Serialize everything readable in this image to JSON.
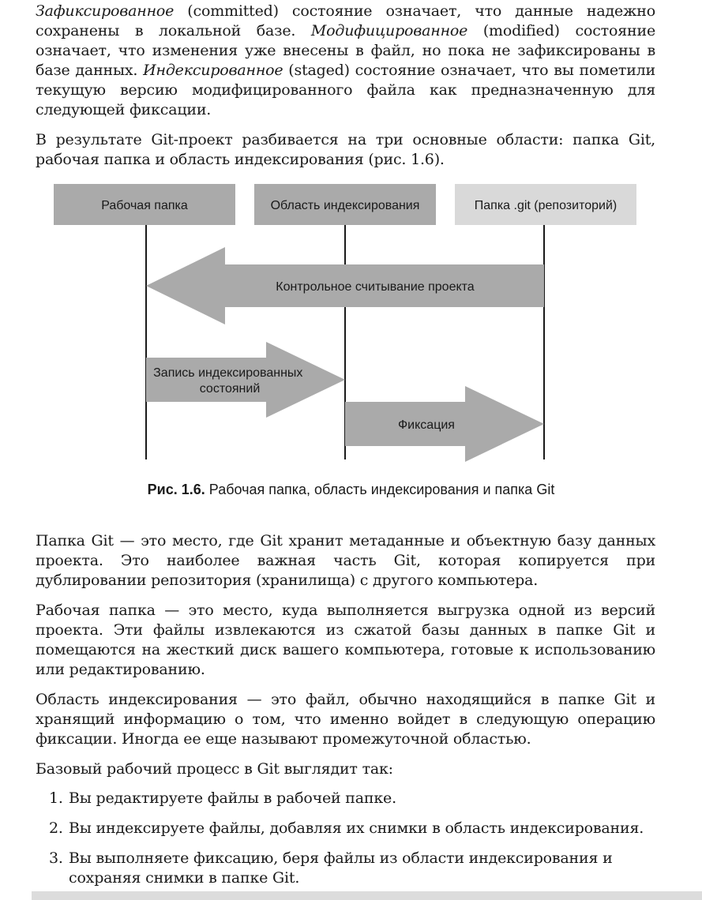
{
  "intro": {
    "p1": [
      {
        "t": "Зафиксированное",
        "i": true
      },
      {
        "t": " (committed) состояние означает, что данные надежно сохранены в локальной базе. ",
        "i": false
      },
      {
        "t": "Модифицированное",
        "i": true
      },
      {
        "t": " (modified) состояние означает, что изменения уже внесены в файл, но пока не зафиксированы в базе данных. ",
        "i": false
      },
      {
        "t": "Индексированное",
        "i": true
      },
      {
        "t": " (staged) состояние означает, что вы пометили текущую версию модифицированного файла как предназначенную для следующей фиксации.",
        "i": false
      }
    ],
    "p2": "В результате Git-проект разбивается на три основные области: папка Git, рабочая папка и область индексирования (рис. 1.6)."
  },
  "diagram": {
    "areas": [
      {
        "label": "Рабочая папка",
        "color": "#aaaaaa"
      },
      {
        "label": "Область индексирования",
        "color": "#aaaaaa"
      },
      {
        "label": "Папка .git (репозиторий)",
        "color": "#d9d9d9"
      }
    ],
    "arrows": [
      {
        "lines": [
          "Контрольное считывание проекта"
        ],
        "from": 2,
        "to": 0
      },
      {
        "lines": [
          "Запись индексированных",
          "состояний"
        ],
        "from": 0,
        "to": 1
      },
      {
        "lines": [
          "Фиксация"
        ],
        "from": 1,
        "to": 2
      }
    ],
    "arrow_color": "#aaaaaa"
  },
  "caption": {
    "label": "Рис. 1.6.",
    "text": " Рабочая папка, область индексирования и папка Git"
  },
  "body": {
    "p1": "Папка Git — это место, где Git хранит метаданные и объектную базу данных проекта. Это наиболее важная часть Git, которая копируется при дублировании репозитория (хранилища) с другого компьютера.",
    "p2": "Рабочая папка — это место, куда выполняется выгрузка одной из версий проекта. Эти файлы извлекаются из сжатой базы данных в папке Git и помещаются на жесткий диск вашего компьютера, готовые к использованию или редактированию.",
    "p3": "Область индексирования — это файл, обычно находящийся в папке Git и хранящий информацию о том, что именно войдет в следующую операцию фиксации. Иногда ее еще называют промежуточной областью.",
    "p4": "Базовый рабочий процесс в Git выглядит так:",
    "list": [
      {
        "num": "1.",
        "text": "Вы редактируете файлы в рабочей папке."
      },
      {
        "num": "2.",
        "text": "Вы индексируете файлы, добавляя их снимки в область индексирования."
      },
      {
        "num": "3.",
        "text": "Вы выполняете фиксацию, беря файлы из области индексирования и сохраняя снимки в папке Git."
      }
    ]
  }
}
